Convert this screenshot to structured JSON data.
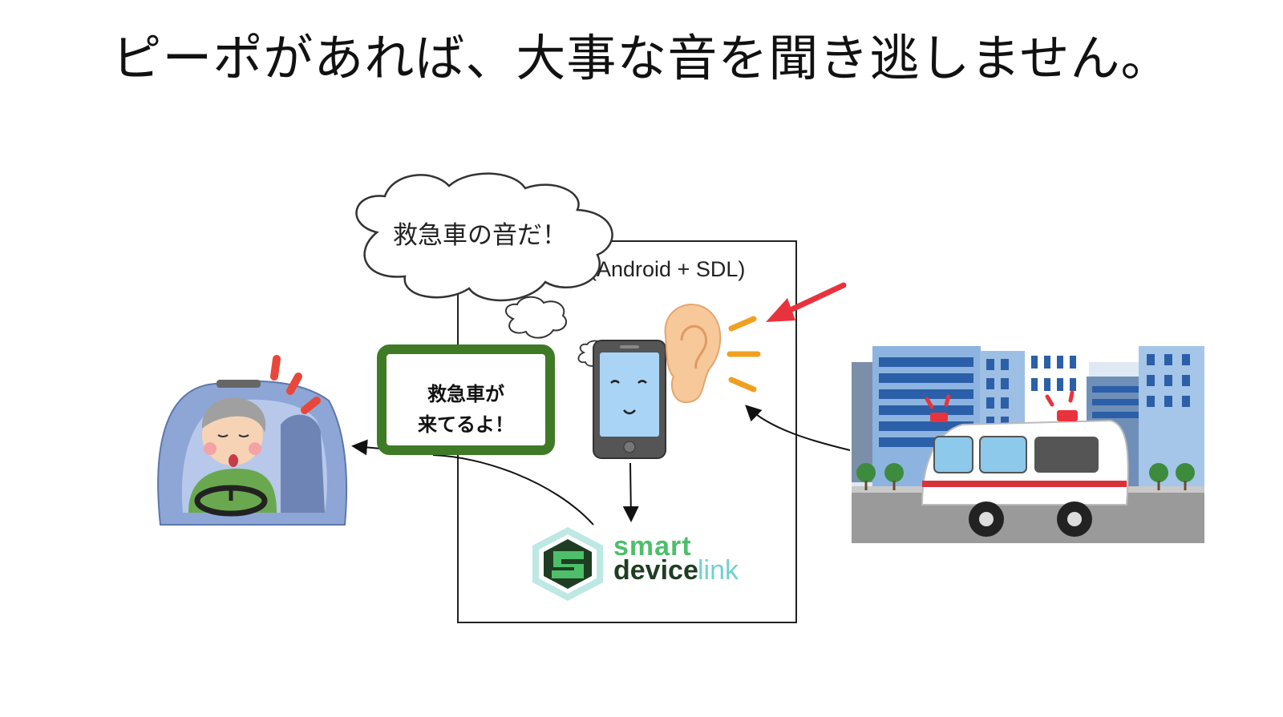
{
  "title": "ピーポがあれば、大事な音を聞き逃しません。",
  "system_label": "(Android + SDL)",
  "thought_bubble": "救急車の音だ！",
  "notification": {
    "line1": "救急車が",
    "line2": "来てるよ！"
  },
  "sdl_logo": {
    "word_smart": "smart",
    "word_device": "device",
    "word_link": "link"
  },
  "colors": {
    "notify_border": "#3f7a27",
    "sdl_green": "#4dbf6a",
    "sdl_dark": "#1f3d22",
    "sdl_teal": "#6fd2cf",
    "alert_arrow": "#e8333c",
    "sound_wave": "#f0a020"
  }
}
